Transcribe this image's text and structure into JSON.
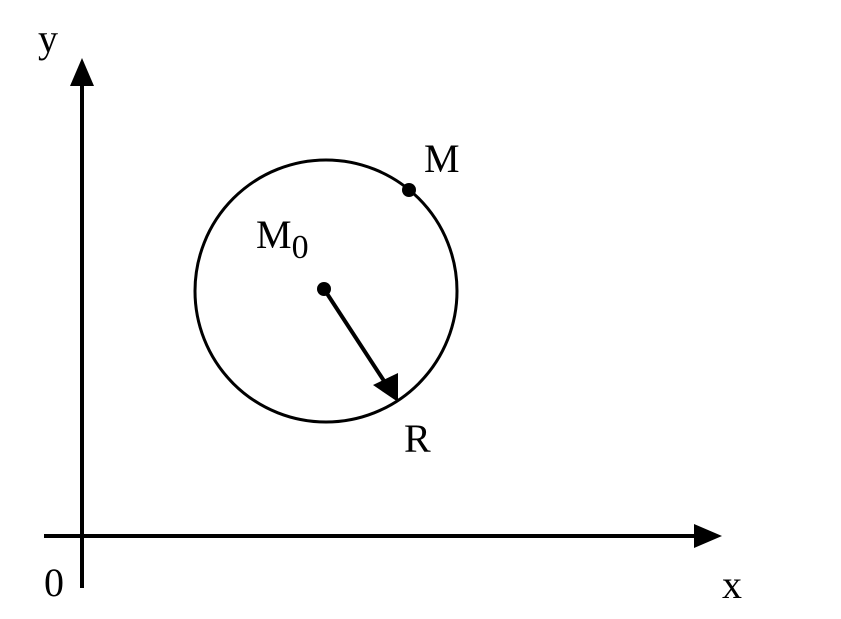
{
  "axes": {
    "x_label": "x",
    "y_label": "y",
    "origin_label": "0"
  },
  "points": {
    "center_label": "M",
    "center_subscript": "0",
    "point_label": "M",
    "radius_label": "R"
  },
  "colors": {
    "stroke": "#000000",
    "background": "#ffffff"
  }
}
